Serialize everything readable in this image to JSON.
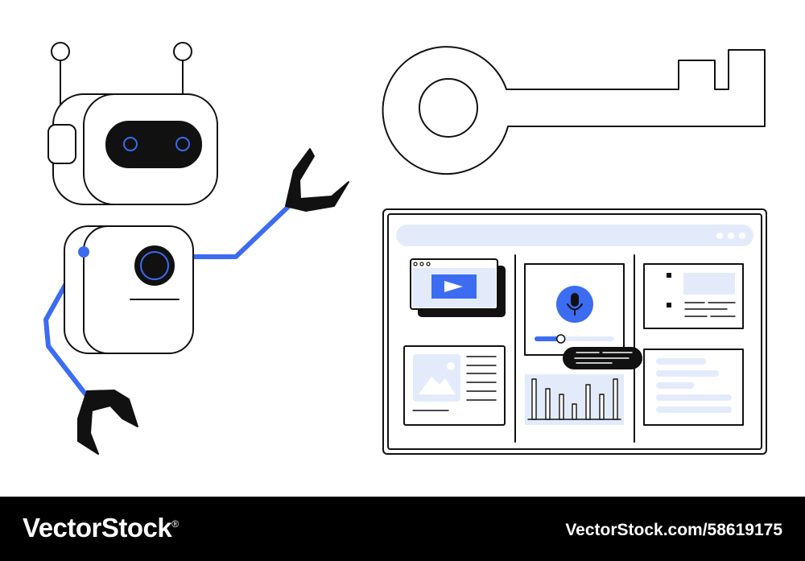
{
  "footer": {
    "brand": "VectorStock",
    "registered_mark": "®",
    "image_id": "VectorStock.com/58619175"
  },
  "colors": {
    "accent_blue": "#3b6cf2",
    "light_blue": "#e3ebfb",
    "ink": "#111111",
    "background": "#ffffff",
    "footer_background": "#000000"
  },
  "icons": [
    "robot-icon",
    "key-icon",
    "video-play-icon",
    "microphone-icon",
    "image-icon",
    "bar-chart-icon",
    "more-dots-icon"
  ],
  "panel": {
    "audio_progress": 0.3
  }
}
